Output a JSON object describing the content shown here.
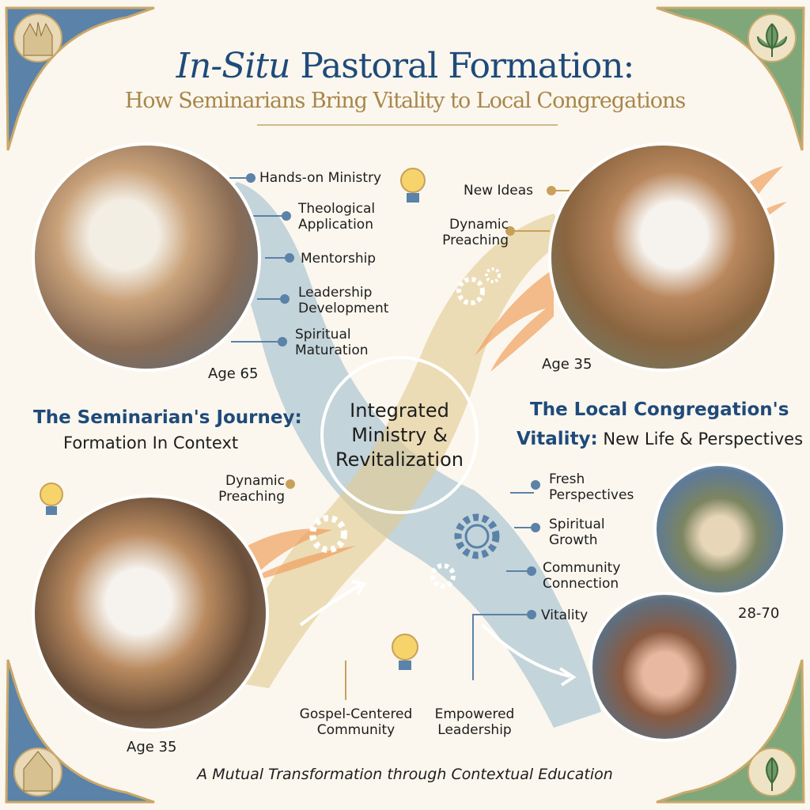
{
  "header": {
    "title_italic": "In-Situ",
    "title_rest": " Pastoral Formation:",
    "subtitle": "How Seminarians Bring Vitality to Local Congregations"
  },
  "seminarian": {
    "heading": "The Seminarian's Journey:",
    "subheading": "Formation In Context",
    "labels": [
      "Hands-on Ministry",
      "Theological Application",
      "Mentorship",
      "Leadership Development",
      "Spiritual Maturation"
    ],
    "age_top": "Age 65",
    "age_bottom": "Age 35",
    "dynamic_preaching": "Dynamic Preaching"
  },
  "congregation": {
    "heading": "The Local Congregation's",
    "heading2_bold": "Vitality:",
    "heading2_rest": " New Life & Perspectives",
    "top_labels": [
      "New Ideas",
      "Dynamic Preaching"
    ],
    "labels": [
      "Fresh Perspectives",
      "Spiritual Growth",
      "Community Connection",
      "Vitality"
    ],
    "age_top": "Age 35",
    "age_range": "28-70"
  },
  "center": {
    "text": "Integrated Ministry & Revitalization"
  },
  "bottom_labels": [
    "Gospel-Centered Community",
    "Empowered Leadership"
  ],
  "footer": "A Mutual Transformation through Contextual Education",
  "colors": {
    "title_blue": "#1f4a7a",
    "gold": "#a8864a",
    "flow_blue": "#9fbccd",
    "flow_gold": "#e3c98f",
    "flame": "#f0a060",
    "corner_green": "#7fa77a"
  },
  "icons": [
    "lightbulb-icon",
    "gear-icon",
    "flame-icon",
    "arrow-icon",
    "church-icon",
    "leaf-icon"
  ]
}
